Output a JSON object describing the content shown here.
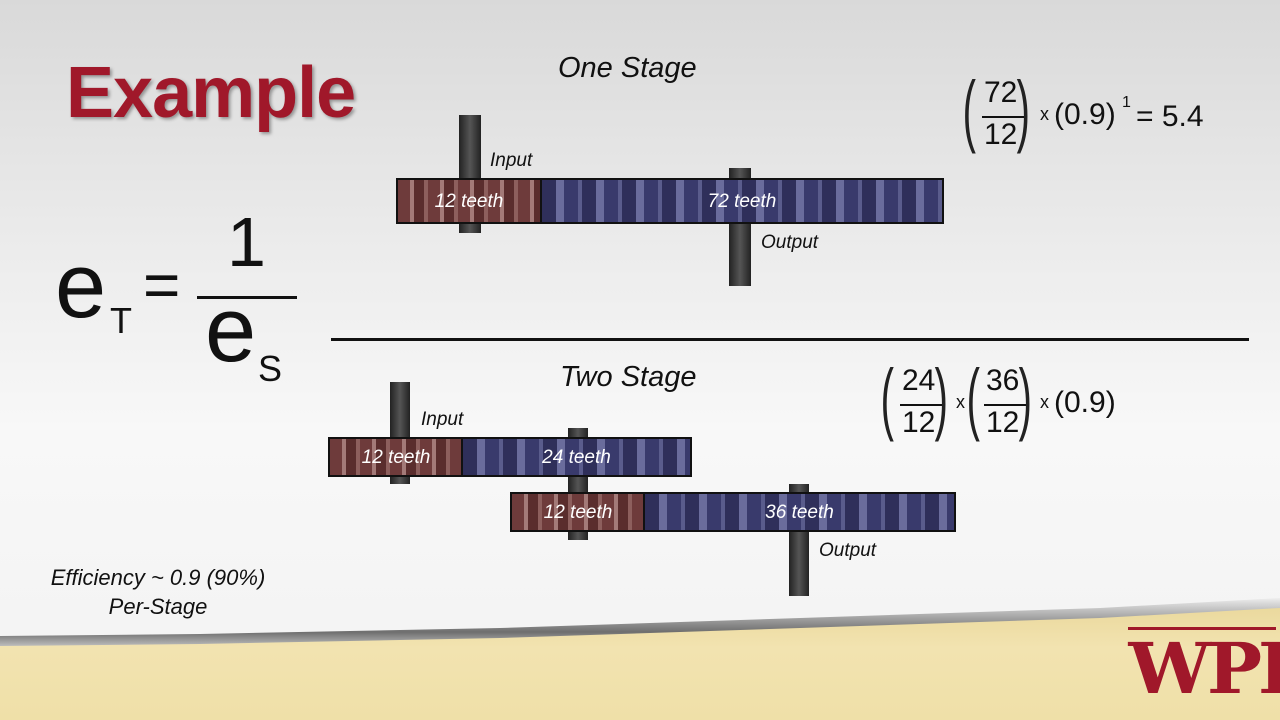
{
  "slide": {
    "title": "Example",
    "formula_efficiency": {
      "lhs": "e",
      "lhs_sub": "T",
      "equals": "=",
      "numerator": "1",
      "denominator": "e",
      "denominator_sub": "S"
    },
    "efficiency_note": {
      "line1": "Efficiency ~ 0.9 (90%)",
      "line2": "Per-Stage"
    },
    "one_stage": {
      "title": "One Stage",
      "input_label": "Input",
      "output_label": "Output",
      "gear1_label": "12 teeth",
      "gear2_label": "72 teeth",
      "formula": {
        "num": "72",
        "den": "12",
        "times": "x",
        "factor": "(0.9)",
        "exponent": "1",
        "result": "= 5.4"
      }
    },
    "two_stage": {
      "title": "Two Stage",
      "input_label": "Input",
      "output_label": "Output",
      "gear1_label": "12 teeth",
      "gear2_label": "24 teeth",
      "gear3_label": "12 teeth",
      "gear4_label": "36 teeth",
      "formula": {
        "num1": "24",
        "den1": "12",
        "num2": "36",
        "den2": "12",
        "times": "x",
        "factor": "(0.9)"
      }
    },
    "logo": "WPI"
  }
}
